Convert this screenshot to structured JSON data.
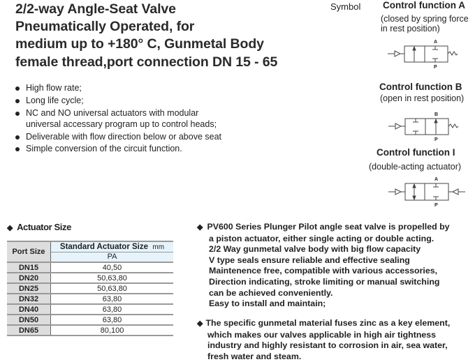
{
  "title_lines": [
    "2/2-way Angle-Seat Valve",
    "Pneumatically Operated, for",
    "medium up to +180° C, Gunmetal Body",
    "female thread,port connection DN 15 - 65"
  ],
  "features": [
    "High flow rate;",
    "Long life cycle;",
    "NC and NO universal actuators with modular",
    "universal accessary program up to control heads;",
    "Deliverable with flow direction below or above seat",
    "Simple conversion of the circuit  function."
  ],
  "symbol_label": "Symbol",
  "control_functions": [
    {
      "title": "Control function A",
      "desc1": "(closed by spring force",
      "desc2": "in rest position)",
      "top_port": "A",
      "bottom_port": "P"
    },
    {
      "title": "Control function B",
      "desc1": "(open in rest position)",
      "top_port": "B",
      "bottom_port": "P"
    },
    {
      "title": "Control function I",
      "desc1": "(double-acting actuator)",
      "top_port": "A",
      "bottom_port": "P"
    }
  ],
  "actuator": {
    "heading": "Actuator Size",
    "col_port": "Port Size",
    "col_std": "Standard Actuator Size",
    "unit": "mm",
    "sub": "PA",
    "rows": [
      [
        "DN15",
        "40,50"
      ],
      [
        "DN20",
        "50,63,80"
      ],
      [
        "DN25",
        "50,63,80"
      ],
      [
        "DN32",
        "63,80"
      ],
      [
        "DN40",
        "63,80"
      ],
      [
        "DN50",
        "63,80"
      ],
      [
        "DN65",
        "80,100"
      ]
    ]
  },
  "desc1": [
    "PV600 Series Plunger Pilot angle seat valve is propelled by",
    "a piston actuator, either single acting or double acting.",
    "2/2 Way gunmetal valve body with big flow capacity",
    "V type seals ensure reliable and effective sealing",
    "Maintenence free, compatible with various accessories,",
    "Direction indicating, stroke limiting or manual switching",
    "can be achieved conveniently.",
    "Easy to install and maintain;"
  ],
  "desc2": [
    "The specific gunmetal material fuses zinc as a key element,",
    "which makes our valves applicable in high air tightness",
    "industry and highly resistant to corrosion in air, sea water,",
    "fresh water and steam."
  ]
}
